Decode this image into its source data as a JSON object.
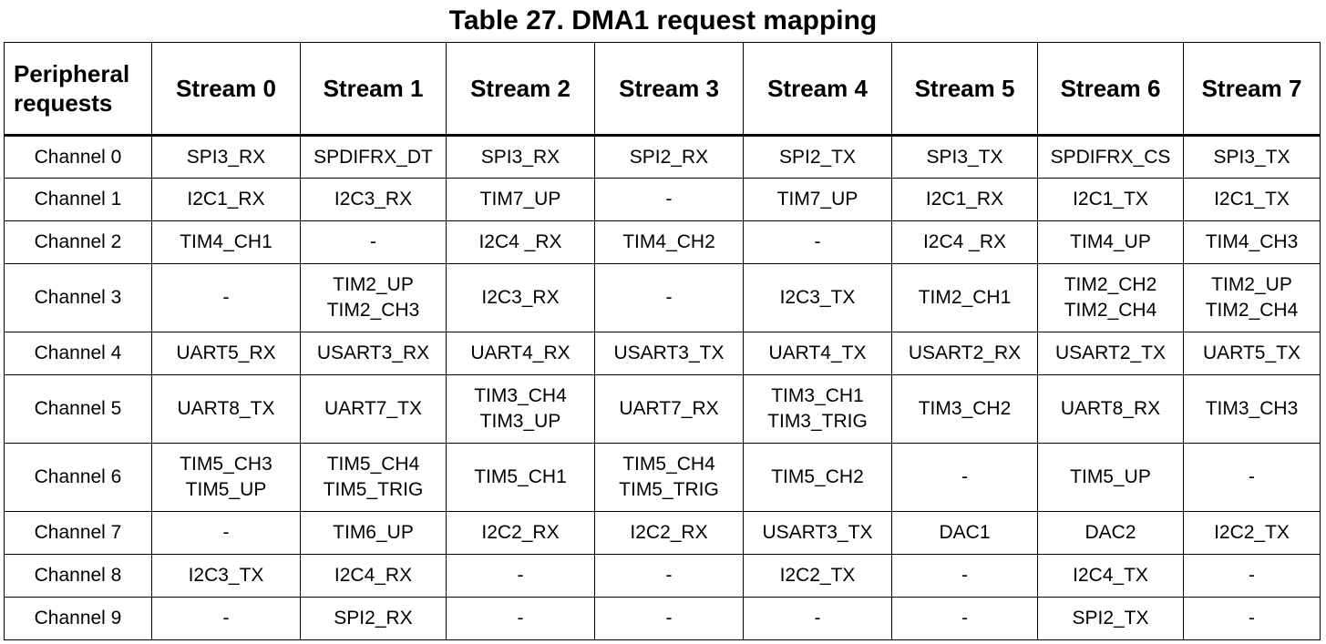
{
  "title": "Table 27. DMA1 request mapping",
  "header": {
    "first": [
      "Peripheral",
      "requests"
    ],
    "streams": [
      "Stream 0",
      "Stream 1",
      "Stream 2",
      "Stream 3",
      "Stream 4",
      "Stream 5",
      "Stream 6",
      "Stream 7"
    ]
  },
  "rows": [
    {
      "channel": "Channel 0",
      "cells": [
        [
          "SPI3_RX"
        ],
        [
          "SPDIFRX_DT"
        ],
        [
          "SPI3_RX"
        ],
        [
          "SPI2_RX"
        ],
        [
          "SPI2_TX"
        ],
        [
          "SPI3_TX"
        ],
        [
          "SPDIFRX_CS"
        ],
        [
          "SPI3_TX"
        ]
      ]
    },
    {
      "channel": "Channel 1",
      "cells": [
        [
          "I2C1_RX"
        ],
        [
          "I2C3_RX"
        ],
        [
          "TIM7_UP"
        ],
        [
          "-"
        ],
        [
          "TIM7_UP"
        ],
        [
          "I2C1_RX"
        ],
        [
          "I2C1_TX"
        ],
        [
          "I2C1_TX"
        ]
      ]
    },
    {
      "channel": "Channel 2",
      "cells": [
        [
          "TIM4_CH1"
        ],
        [
          "-"
        ],
        [
          "I2C4 _RX"
        ],
        [
          "TIM4_CH2"
        ],
        [
          "-"
        ],
        [
          "I2C4 _RX"
        ],
        [
          "TIM4_UP"
        ],
        [
          "TIM4_CH3"
        ]
      ]
    },
    {
      "channel": "Channel 3",
      "cells": [
        [
          "-"
        ],
        [
          "TIM2_UP",
          "TIM2_CH3"
        ],
        [
          "I2C3_RX"
        ],
        [
          "-"
        ],
        [
          "I2C3_TX"
        ],
        [
          "TIM2_CH1"
        ],
        [
          "TIM2_CH2",
          "TIM2_CH4"
        ],
        [
          "TIM2_UP",
          "TIM2_CH4"
        ]
      ]
    },
    {
      "channel": "Channel 4",
      "cells": [
        [
          "UART5_RX"
        ],
        [
          "USART3_RX"
        ],
        [
          "UART4_RX"
        ],
        [
          "USART3_TX"
        ],
        [
          "UART4_TX"
        ],
        [
          "USART2_RX"
        ],
        [
          "USART2_TX"
        ],
        [
          "UART5_TX"
        ]
      ]
    },
    {
      "channel": "Channel 5",
      "cells": [
        [
          "UART8_TX"
        ],
        [
          "UART7_TX"
        ],
        [
          "TIM3_CH4",
          "TIM3_UP"
        ],
        [
          "UART7_RX"
        ],
        [
          "TIM3_CH1",
          "TIM3_TRIG"
        ],
        [
          "TIM3_CH2"
        ],
        [
          "UART8_RX"
        ],
        [
          "TIM3_CH3"
        ]
      ]
    },
    {
      "channel": "Channel 6",
      "cells": [
        [
          "TIM5_CH3",
          "TIM5_UP"
        ],
        [
          "TIM5_CH4",
          "TIM5_TRIG"
        ],
        [
          "TIM5_CH1"
        ],
        [
          "TIM5_CH4",
          "TIM5_TRIG"
        ],
        [
          "TIM5_CH2"
        ],
        [
          "-"
        ],
        [
          "TIM5_UP"
        ],
        [
          "-"
        ]
      ]
    },
    {
      "channel": "Channel 7",
      "cells": [
        [
          "-"
        ],
        [
          "TIM6_UP"
        ],
        [
          "I2C2_RX"
        ],
        [
          "I2C2_RX"
        ],
        [
          "USART3_TX"
        ],
        [
          "DAC1"
        ],
        [
          "DAC2"
        ],
        [
          "I2C2_TX"
        ]
      ]
    },
    {
      "channel": "Channel 8",
      "cells": [
        [
          "I2C3_TX"
        ],
        [
          "I2C4_RX"
        ],
        [
          "-"
        ],
        [
          "-"
        ],
        [
          "I2C2_TX"
        ],
        [
          "-"
        ],
        [
          "I2C4_TX"
        ],
        [
          "-"
        ]
      ]
    },
    {
      "channel": "Channel 9",
      "cells": [
        [
          "-"
        ],
        [
          "SPI2_RX"
        ],
        [
          "-"
        ],
        [
          "-"
        ],
        [
          "-"
        ],
        [
          "-"
        ],
        [
          "SPI2_TX"
        ],
        [
          "-"
        ]
      ]
    }
  ]
}
